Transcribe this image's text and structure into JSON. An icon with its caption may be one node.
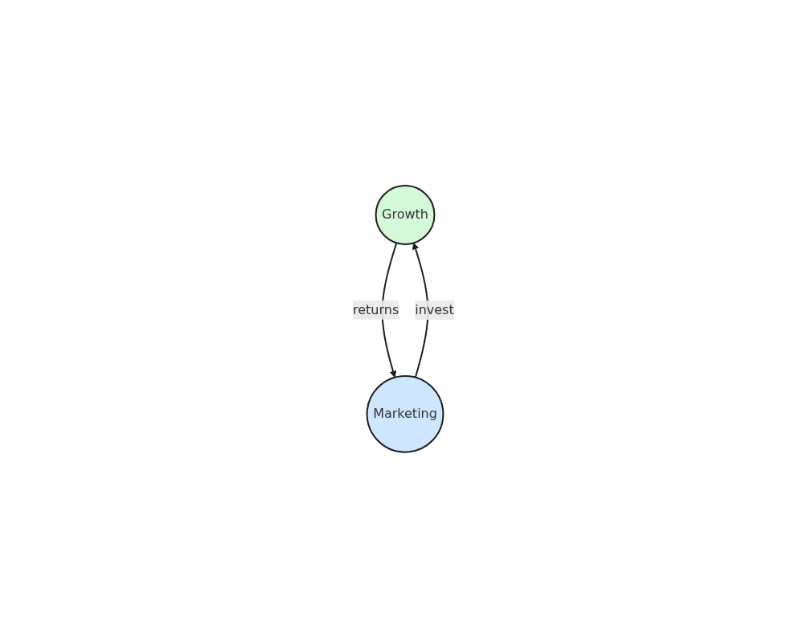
{
  "diagram": {
    "nodes": [
      {
        "text": [
          "Growth"
        ]
      },
      {
        "text": [
          "Marketing"
        ]
      }
    ],
    "edges": [
      {
        "from": 1,
        "to": 0,
        "arrow": "to",
        "label": "invest"
      },
      {
        "from": 0,
        "to": 1,
        "arrow": "to",
        "label": "returns"
      }
    ]
  }
}
